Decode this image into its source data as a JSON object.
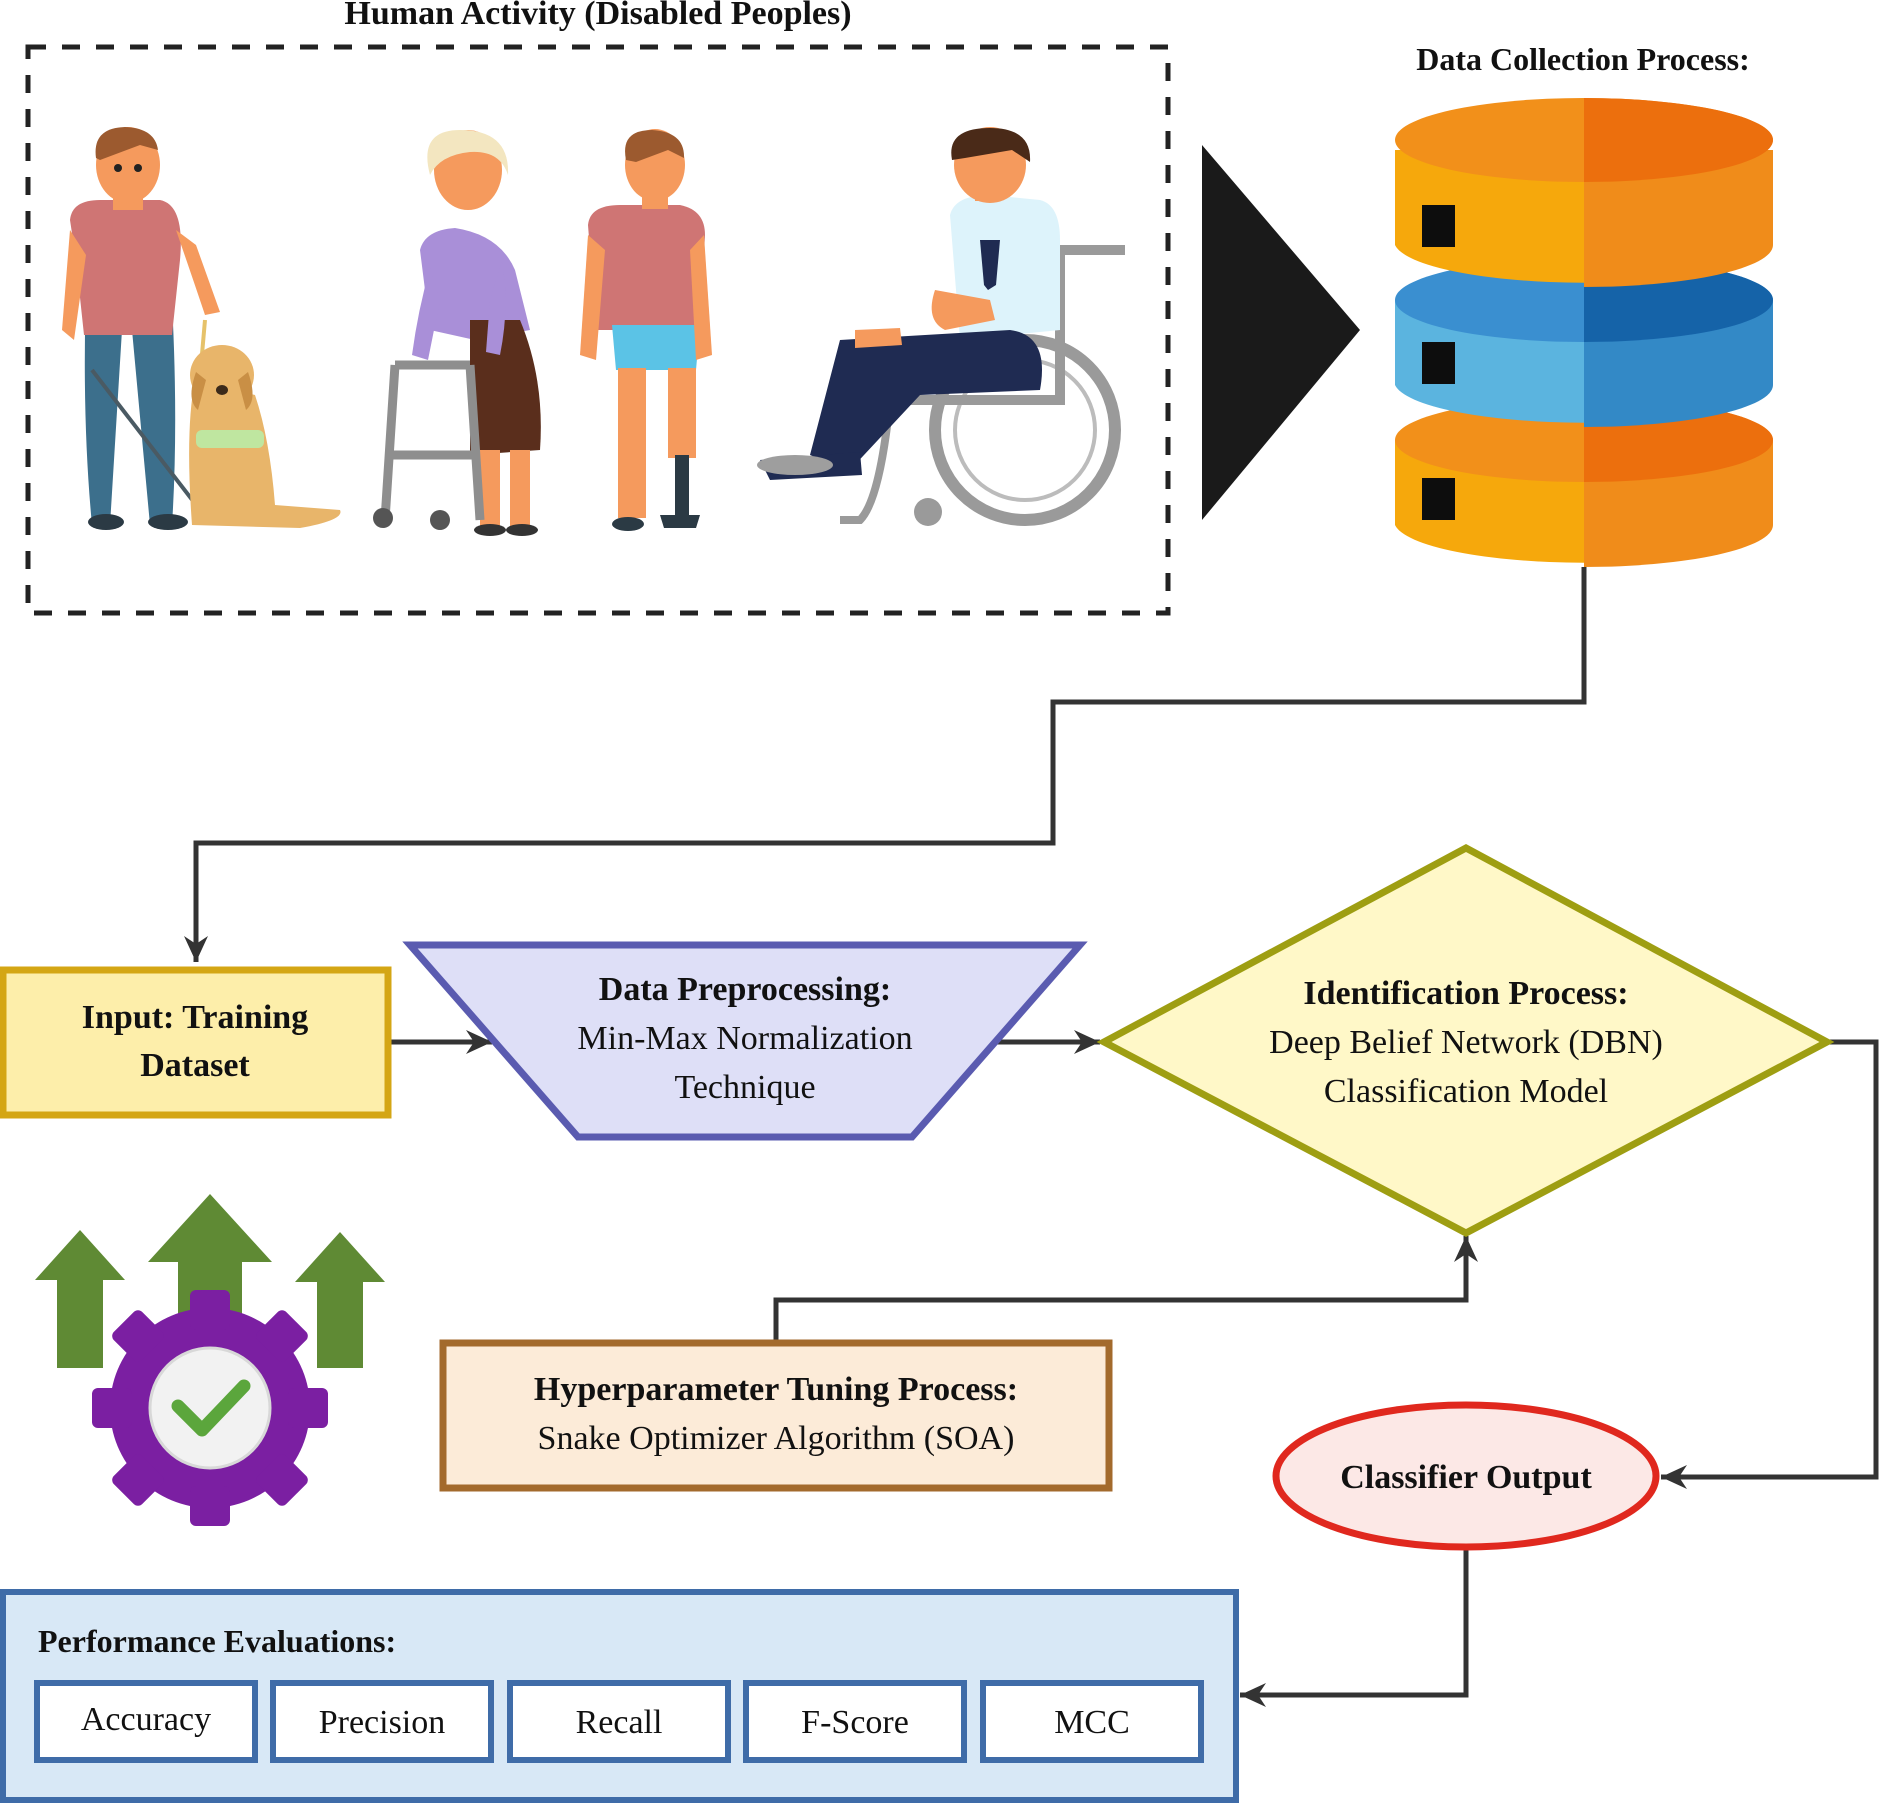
{
  "activity": {
    "title": "Human Activity (Disabled Peoples)"
  },
  "data_collection": {
    "title": "Data Collection Process:"
  },
  "input": {
    "line1": "Input: Training",
    "line2": "Dataset"
  },
  "preprocessing": {
    "title": "Data Preprocessing:",
    "line1": "Min-Max Normalization",
    "line2": "Technique"
  },
  "identification": {
    "title": "Identification Process:",
    "line1": "Deep Belief Network (DBN)",
    "line2": "Classification Model"
  },
  "tuning": {
    "title": "Hyperparameter Tuning Process:",
    "line1": "Snake Optimizer Algorithm (SOA)"
  },
  "output": {
    "label": "Classifier Output"
  },
  "evaluation": {
    "title": "Performance Evaluations:",
    "metrics": [
      "Accuracy",
      "Precision",
      "Recall",
      "F-Score",
      "MCC"
    ]
  },
  "colors": {
    "input_fill": "#fdeeaa",
    "input_stroke": "#d4a614",
    "prep_fill": "#dedff7",
    "prep_stroke": "#5a5bb0",
    "ident_fill": "#fff8c8",
    "ident_stroke": "#9e9e12",
    "tuning_fill": "#fcebd8",
    "tuning_stroke": "#a36a2c",
    "output_fill": "#fce8e6",
    "output_stroke": "#e0281e",
    "eval_fill": "#d8e8f6",
    "eval_stroke": "#3f6ca8",
    "connector": "#333333"
  },
  "icons": [
    "person-guide-dog-icon",
    "elderly-walker-icon",
    "prosthetic-leg-person-icon",
    "wheelchair-user-icon",
    "flow-triangle-icon",
    "database-icon",
    "gear-check-icon",
    "growth-arrows-icon"
  ]
}
